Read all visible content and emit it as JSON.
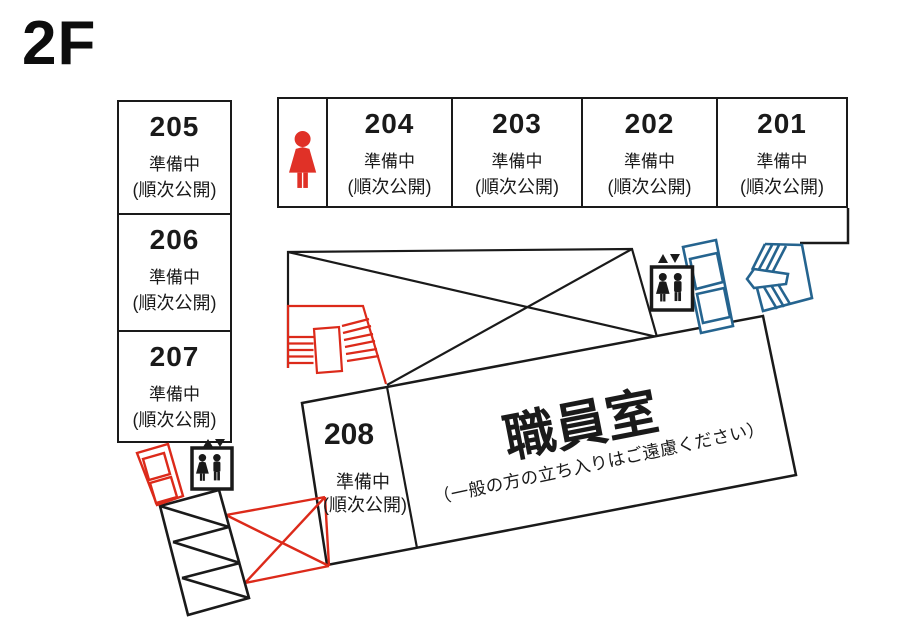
{
  "floor_label": "2F",
  "rooms": {
    "left_column": [
      {
        "number": "205",
        "status": "準備中",
        "note": "(順次公開)"
      },
      {
        "number": "206",
        "status": "準備中",
        "note": "(順次公開)"
      },
      {
        "number": "207",
        "status": "準備中",
        "note": "(順次公開)"
      }
    ],
    "top_row": [
      {
        "number": "204",
        "status": "準備中",
        "note": "(順次公開)"
      },
      {
        "number": "203",
        "status": "準備中",
        "note": "(順次公開)"
      },
      {
        "number": "202",
        "status": "準備中",
        "note": "(順次公開)"
      },
      {
        "number": "201",
        "status": "準備中",
        "note": "(順次公開)"
      }
    ],
    "room_208": {
      "number": "208",
      "status": "準備中",
      "note": "(順次公開)"
    }
  },
  "staff_room": {
    "title": "職員室",
    "notice": "（一般の方の立ち入りはご遠慮ください）"
  },
  "icons": {
    "restroom_female": "female-restroom-icon",
    "elevator_upper": "elevator-icon",
    "elevator_lower": "elevator-icon",
    "stairs_center": "stairs-red-icon",
    "stairs_northeast": "stairs-blue-icon",
    "stairs_southwest": "stairs-black-icon"
  },
  "colors": {
    "line_black": "#1a1a1a",
    "route_red": "#dc2a1a",
    "route_blue": "#25648f",
    "restroom_red": "#e03127"
  }
}
